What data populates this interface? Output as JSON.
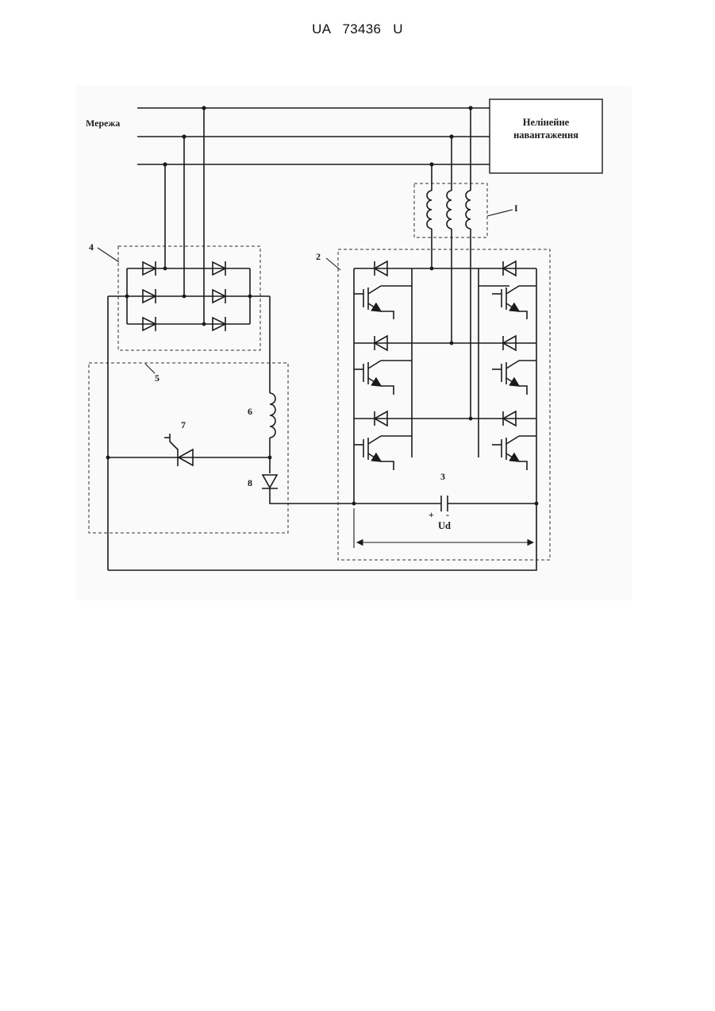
{
  "header": {
    "document_id": "UA   73436   U"
  },
  "figure": {
    "grid_label": "Мережа",
    "load_label_line1": "Нелінейне",
    "load_label_line2": "навантаження",
    "callouts": {
      "inductor_group": "I",
      "converter": "2",
      "capacitor": "3",
      "rectifier": "4",
      "chopper": "5",
      "inductor": "6",
      "thyristor": "7",
      "diode": "8"
    },
    "voltage_label": "Ud",
    "capacitor_plus": "+",
    "capacitor_minus": "-"
  }
}
